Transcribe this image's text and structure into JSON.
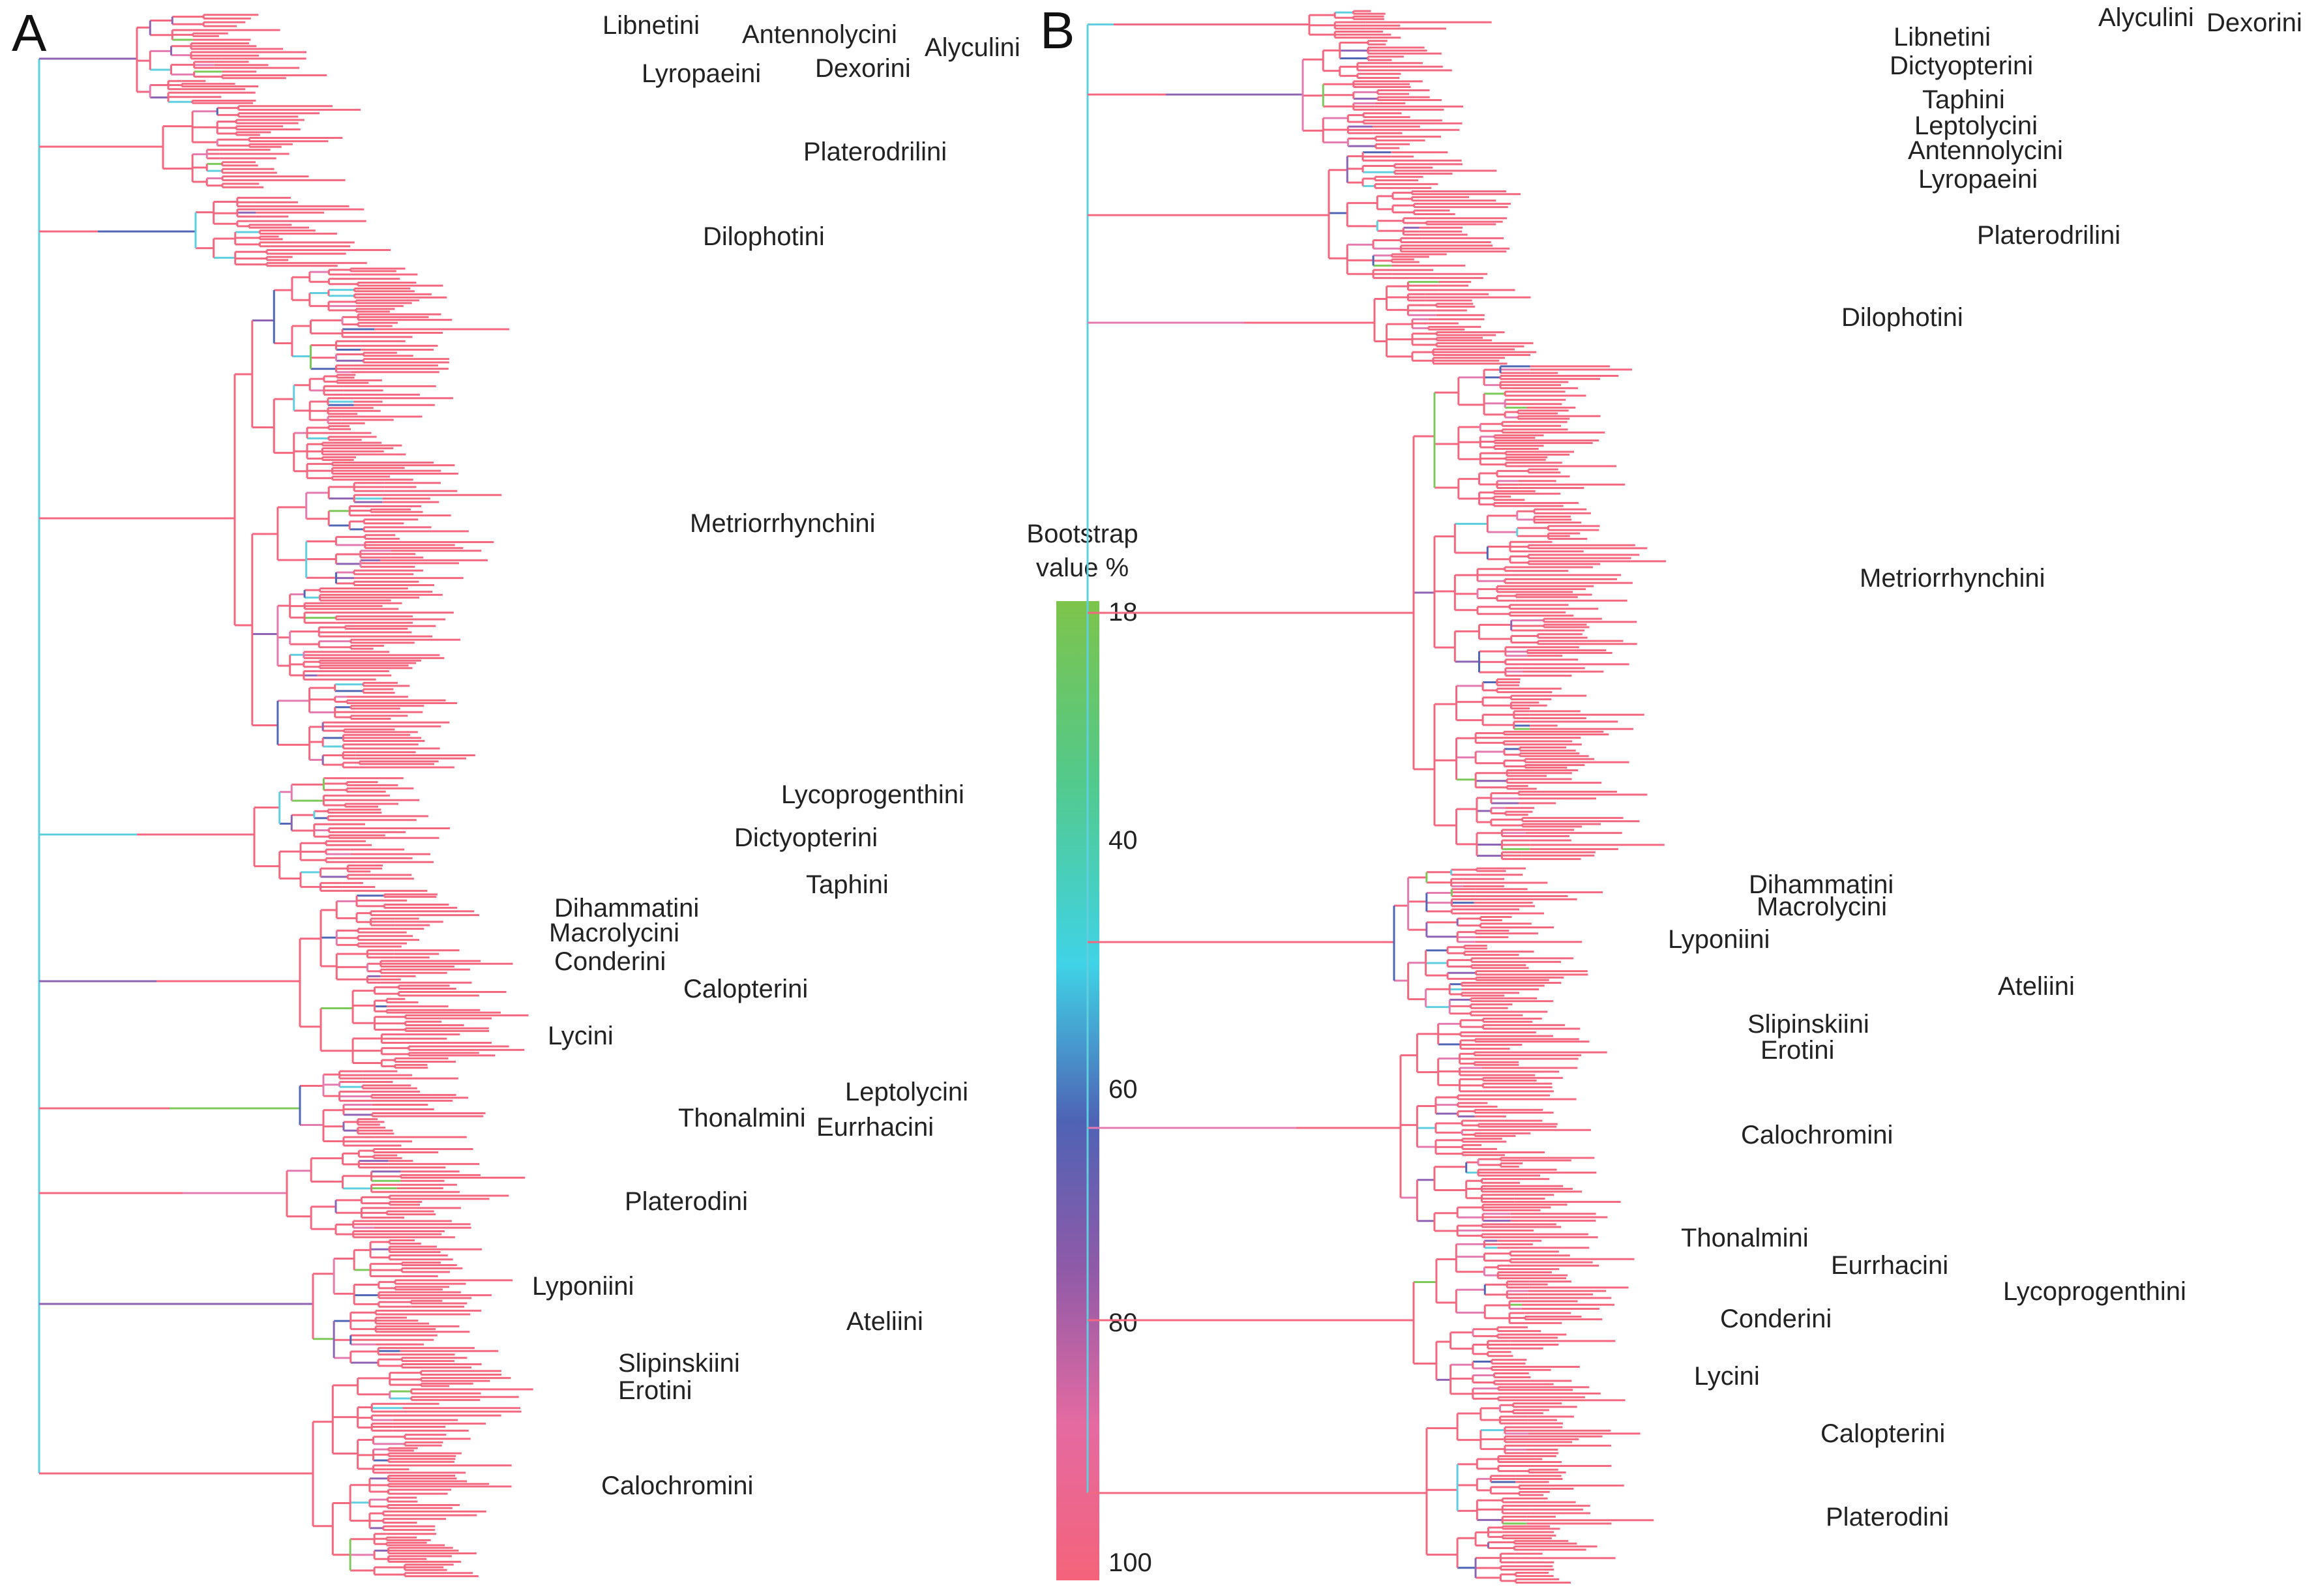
{
  "panels": [
    {
      "letter": "A",
      "labels": [
        "Libnetini",
        "Antennolycini",
        "Alyculini",
        "Dexorini",
        "Lyropaeini",
        "Platerodrilini",
        "Dilophotini",
        "Metriorrhynchini",
        "Lycoprogenthini",
        "Dictyopterini",
        "Taphini",
        "Dihammatini",
        "Macrolycini",
        "Conderini",
        "Calopterini",
        "Lycini",
        "Leptolycini",
        "Thonalmini",
        "Eurrhacini",
        "Platerodini",
        "Lyponiini",
        "Ateliini",
        "Slipinskiini",
        "Erotini",
        "Calochromini"
      ]
    },
    {
      "letter": "B",
      "labels": [
        "Alyculini",
        "Dexorini",
        "Libnetini",
        "Dictyopterini",
        "Taphini",
        "Leptolycini",
        "Antennolycini",
        "Lyropaeini",
        "Platerodrilini",
        "Dilophotini",
        "Metriorrhynchini",
        "Dihammatini",
        "Macrolycini",
        "Lyponiini",
        "Ateliini",
        "Slipinskiini",
        "Erotini",
        "Calochromini",
        "Thonalmini",
        "Eurrhacini",
        "Lycoprogenthini",
        "Conderini",
        "Lycini",
        "Calopterini",
        "Platerodini"
      ]
    }
  ],
  "legend": {
    "title_line1": "Bootstrap",
    "title_line2": "value %",
    "ticks": [
      "18",
      "40",
      "60",
      "80",
      "100"
    ],
    "gradient_colors": [
      "#7dc44a",
      "#53c98a",
      "#3fd3e6",
      "#4e63b5",
      "#8e5aa8",
      "#e46aa1",
      "#f4637a"
    ]
  },
  "colors": {
    "high_support": "#f4687f",
    "pink": "#e47bb0",
    "violet": "#8e63b3",
    "blue": "#5066b5",
    "cyan": "#5fcfe0",
    "green": "#7cc95a"
  }
}
